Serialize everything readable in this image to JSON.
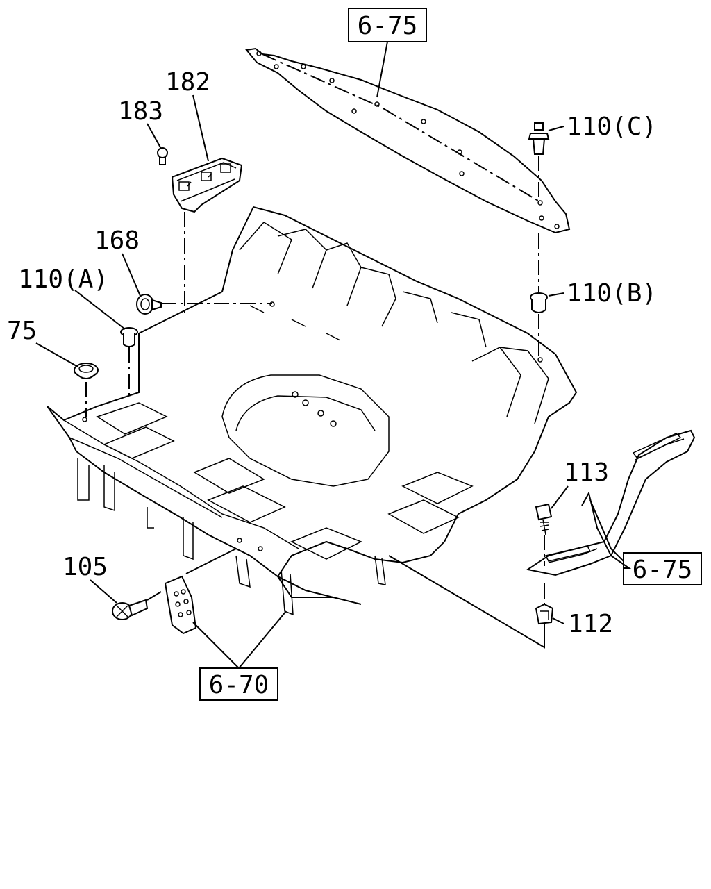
{
  "diagram": {
    "callouts": {
      "ref_top": "6-75",
      "ref_right": "6-75",
      "ref_bottom": "6-70",
      "p182": "182",
      "p183": "183",
      "p168": "168",
      "p110a": "110(A)",
      "p75": "75",
      "p110c": "110(C)",
      "p110b": "110(B)",
      "p113": "113",
      "p105": "105",
      "p112": "112"
    }
  }
}
